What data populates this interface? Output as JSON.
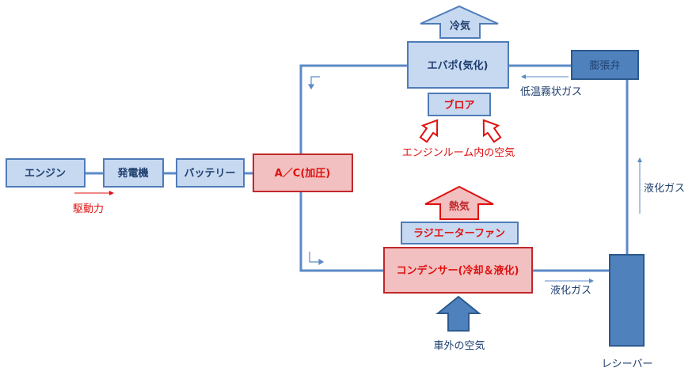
{
  "nodes": {
    "engine": "エンジン",
    "generator": "発電機",
    "battery": "バッテリー",
    "ac": "A／C(加圧)",
    "evaporator": "エバポ(気化)",
    "blower": "ブロア",
    "expansion_valve": "膨張弁",
    "radiator_fan": "ラジエーターファン",
    "condenser": "コンデンサー(冷却＆液化)",
    "receiver": "レシーバー"
  },
  "block_arrows": {
    "cold_air": "冷気",
    "heat": "熱気"
  },
  "labels": {
    "drive_power": "駆動力",
    "low_temp_mist_gas": "低温霧状ガス",
    "engine_room_air": "エンジンルーム内の空気",
    "liquefied_gas_right": "液化ガス",
    "liquefied_gas_bottom": "液化ガス",
    "outside_air": "車外の空気"
  },
  "colors": {
    "blue_fill": "#c6d9f1",
    "blue_border": "#4f7cb8",
    "dark_blue_fill": "#4f81bd",
    "dark_blue_border": "#2d5a8e",
    "red_fill": "#f2c0c0",
    "red_border": "#c0282c",
    "red_text": "#e01010",
    "blue_text": "#1f3f6e",
    "line": "#5b8ac6"
  }
}
